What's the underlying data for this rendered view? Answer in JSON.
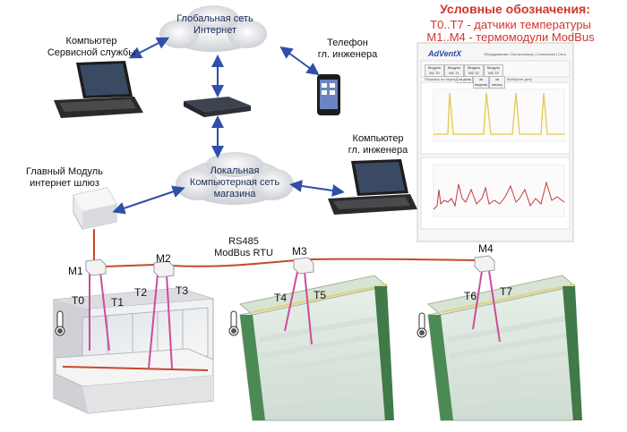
{
  "labels": {
    "internet": [
      "Глобальная сеть",
      "Интернет"
    ],
    "service_pc": [
      "Компьютер",
      "Сервисной службы"
    ],
    "phone": [
      "Телефон",
      "гл. инженера"
    ],
    "engineer_pc": [
      "Компьютер",
      "гл. инженера"
    ],
    "lan": [
      "Локальная",
      "Компьютерная сеть",
      "магазина"
    ],
    "gateway": [
      "Главный Модуль",
      "интернет шлюз"
    ],
    "bus": [
      "RS485",
      "ModBus RTU"
    ]
  },
  "legend": {
    "title": "Условные обозначения:",
    "lines": [
      "T0..T7 - датчики температуры",
      "M1..M4 - термомодули ModBus"
    ]
  },
  "modules": [
    "M1",
    "M2",
    "M3",
    "M4"
  ],
  "sensors": [
    "T0",
    "T1",
    "T2",
    "T3",
    "T4",
    "T5",
    "T6",
    "T7"
  ],
  "screenshot": {
    "brand": "AdVentX",
    "nav": "Оборудование | Контроллеры | Статистика | Сеть",
    "tabs": [
      "Модуль M1 T0",
      "Модуль M1 T1",
      "Модуль M2 T2",
      "Модуль M2 T3"
    ],
    "period_label": "Показать по периодам",
    "period_btns": [
      "за день",
      "за неделю",
      "за месяц"
    ],
    "pick_label": "Выберите дату"
  },
  "colors": {
    "label_text": "#1a2a5a",
    "legend_red": "#d1342c",
    "arrow_blue": "#2f4fa8",
    "bus_orange": "#c8472a",
    "sensor_magenta": "#d04a9c",
    "chart_yellow": "#e6c84a",
    "chart_red": "#c43a3a"
  }
}
